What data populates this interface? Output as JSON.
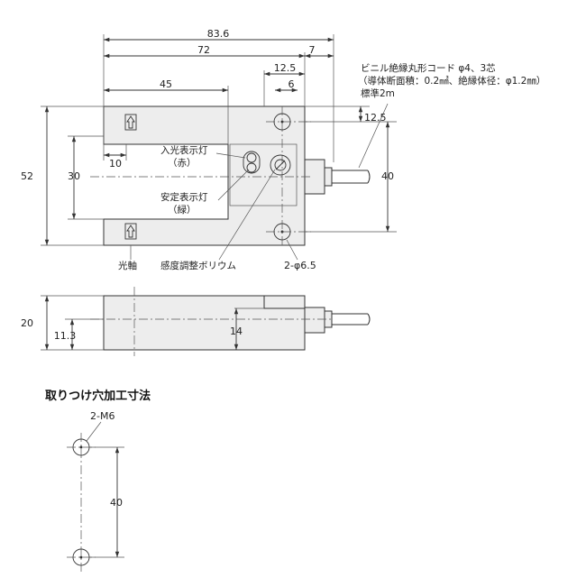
{
  "dimensions": {
    "total_length": "83.6",
    "length_72": "72",
    "cable_offset": "7",
    "mount_offset": "12.5",
    "mount_width": "6",
    "slot_depth": "45",
    "height_52": "52",
    "slot_width": "30",
    "indicator_offset": "10",
    "mount_top": "12.5",
    "mount_pitch": "40",
    "mount_holes": "2-φ6.5",
    "thickness": "20",
    "axis_height": "11.3",
    "side_14": "14",
    "hole_pitch": "40"
  },
  "labels": {
    "cable_line1": "ビニル絶縁丸形コード φ4、3芯",
    "cable_line2": "（導体断面積：0.2㎟、絶縁体径：φ1.2㎜）",
    "cable_line3": "標準2m",
    "light_indicator": "入光表示灯",
    "light_indicator_color": "（赤）",
    "stable_indicator": "安定表示灯",
    "stable_indicator_color": "（緑）",
    "optical_axis": "光軸",
    "sensitivity_pot": "感度調整ボリウム",
    "mounting_holes_title": "取りつけ穴加工寸法",
    "tap_holes": "2-M6"
  }
}
